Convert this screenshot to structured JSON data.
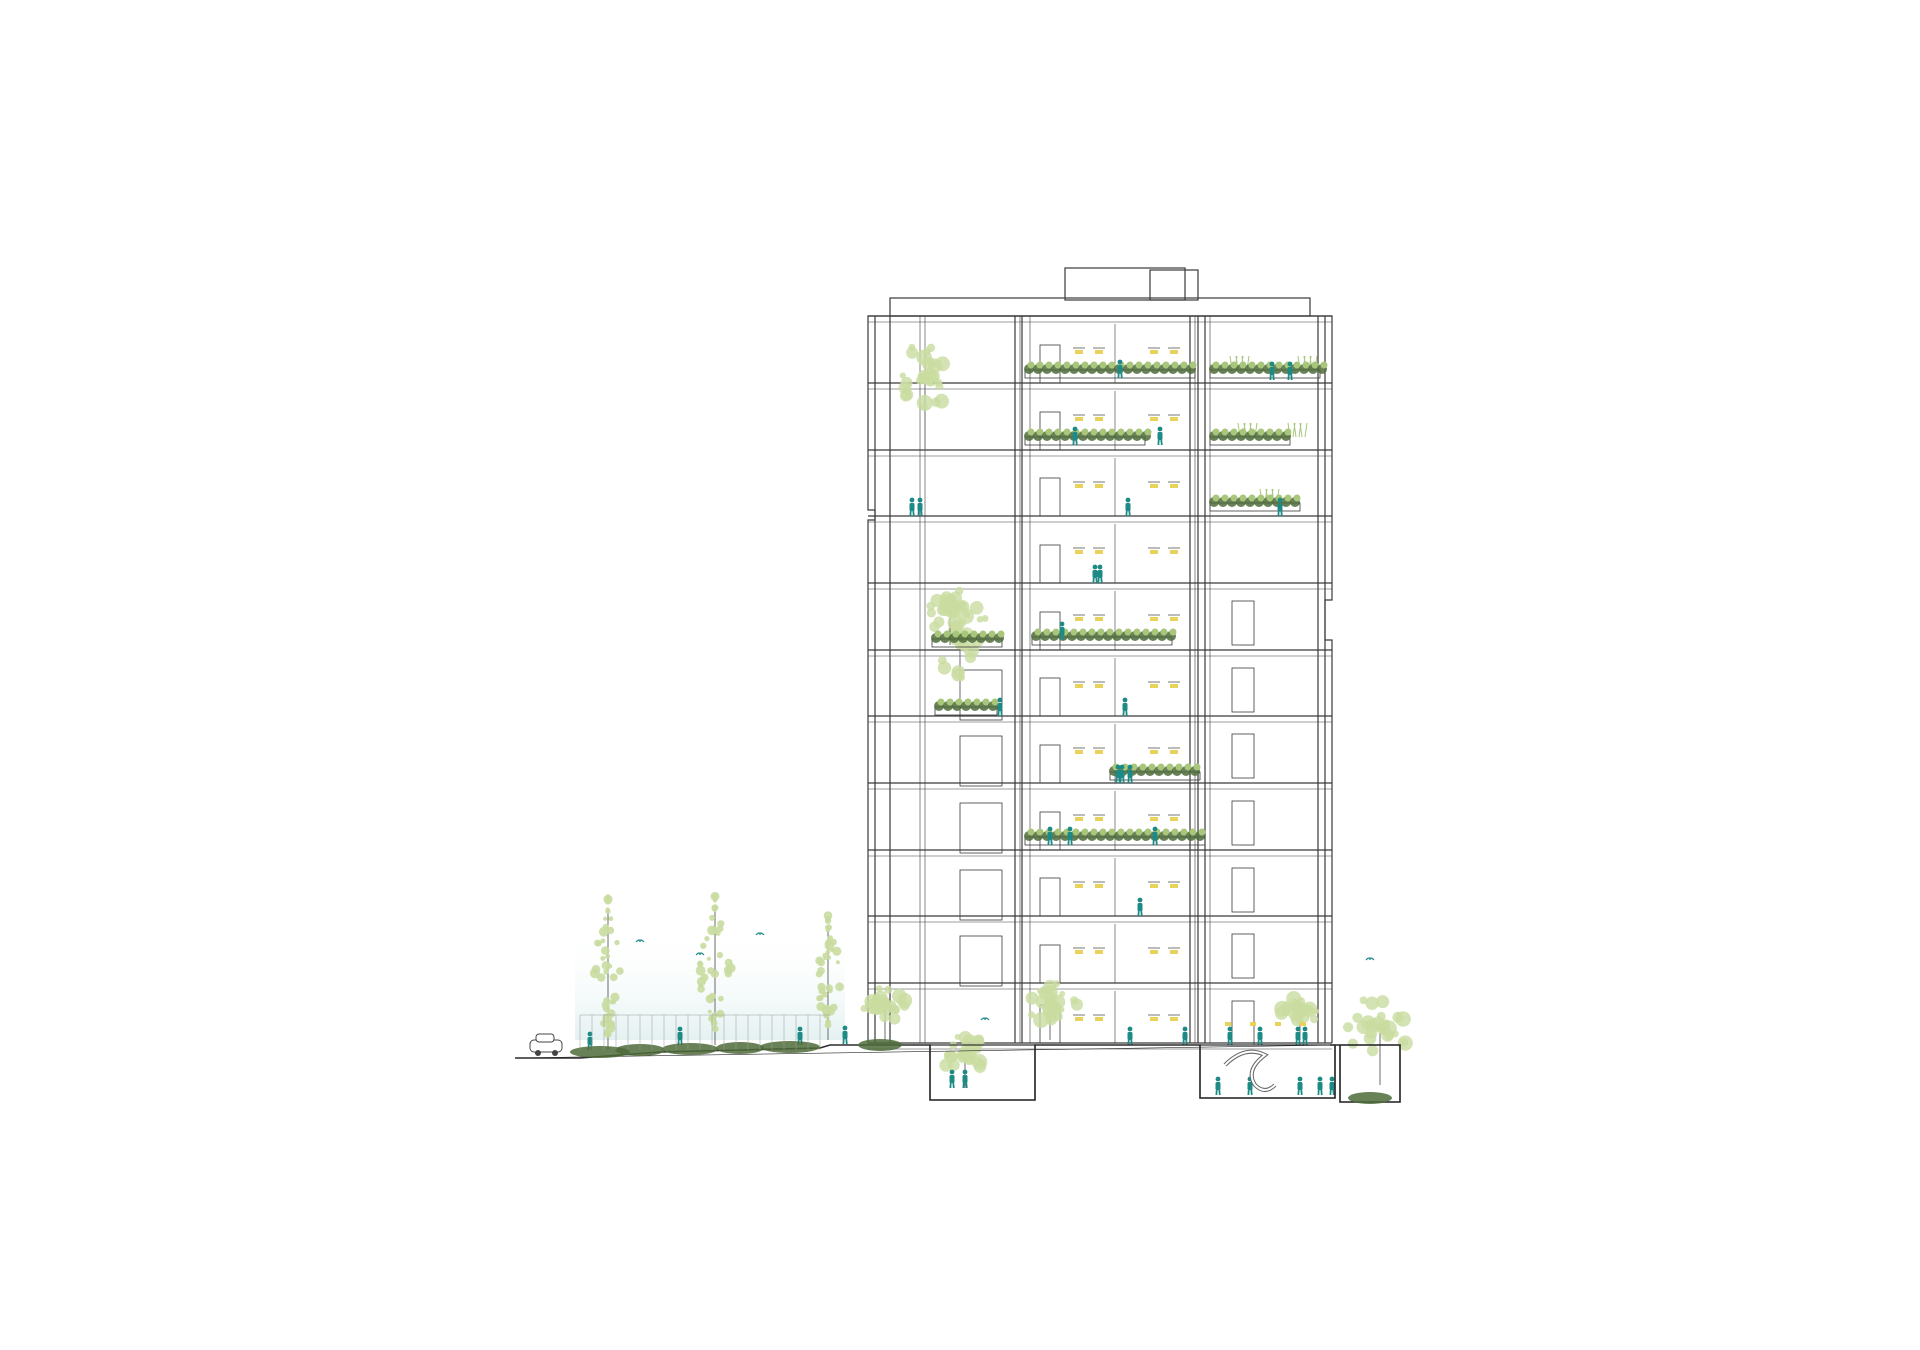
{
  "drawing": {
    "kind": "architectural-section",
    "floors": 11,
    "underground_rooms": 2,
    "palette": {
      "line": "#3a3a3a",
      "foliage_light": "#c9dca0",
      "foliage_mid": "#a8c77a",
      "foliage_dark": "#4f6b3a",
      "people": "#1e8a86",
      "lights": "#e8d25a",
      "sky_tint": "#e4f1f1",
      "ground": "#2b2b2b"
    },
    "icons": [
      "person-icon",
      "tree-icon",
      "car-icon",
      "bird-icon",
      "slide-icon",
      "ceiling-light-icon"
    ]
  }
}
